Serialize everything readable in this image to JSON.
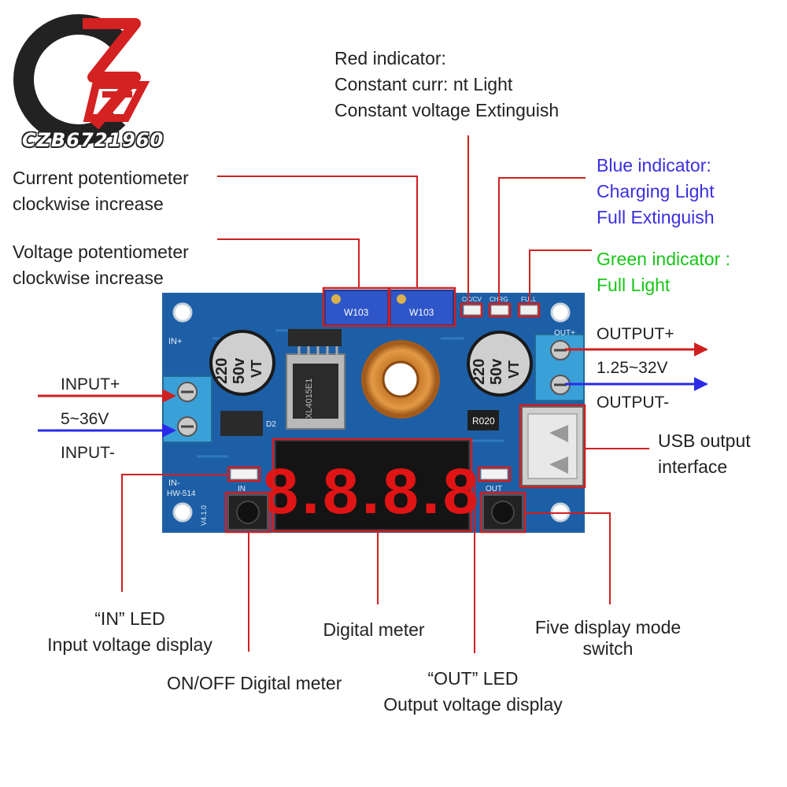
{
  "brand": {
    "logo": "czb-logo",
    "name": "CZB6721960"
  },
  "labels": {
    "red_indicator": [
      "Red indicator:",
      "Constant curr: nt Light",
      "Constant voltage Extinguish"
    ],
    "current_pot": [
      "Current potentiometer",
      "clockwise increase"
    ],
    "voltage_pot": [
      "Voltage potentiometer",
      "clockwise increase"
    ],
    "blue_indicator": [
      "Blue indicator:",
      "Charging Light",
      "Full Extinguish"
    ],
    "green_indicator": [
      "Green indicator :",
      "Full Light"
    ],
    "input_plus": "INPUT+",
    "input_range": "5~36V",
    "input_minus": "INPUT-",
    "output_plus": "OUTPUT+",
    "output_range": "1.25~32V",
    "output_minus": "OUTPUT-",
    "usb": [
      "USB output",
      "interface"
    ],
    "in_led": [
      "“IN” LED",
      "Input voltage display"
    ],
    "digital_meter": "Digital meter",
    "onoff": "ON/OFF Digital meter",
    "out_led": [
      "“OUT” LED",
      "Output voltage display"
    ],
    "mode_switch": [
      "Five display mode",
      "switch"
    ]
  },
  "board": {
    "pot_code": "W103",
    "cap_value": "220",
    "cap_voltage": "50v",
    "cap_series": "VT",
    "resistor": "R020",
    "silk_in_plus": "IN+",
    "silk_in_minus": "IN-",
    "silk_model": "HW-514",
    "silk_version": "V4.1.0",
    "silk_in_led": "IN",
    "silk_out_led": "OUT",
    "silk_out_plus": "OUT+",
    "silk_cc_cv": "CC/CV",
    "silk_chrg": "CHRG",
    "silk_full": "FULL",
    "silk_d2": "D2",
    "chip_text": "XL4015E1"
  },
  "colors": {
    "pcb": "#1d5fa6",
    "callout_red": "#d01f1f",
    "arrow_blue": "#2a2ae8",
    "label_blue": "#3a2fe0",
    "label_green": "#17c517",
    "terminal": "#3aa0d8",
    "display_red": "#e01414"
  }
}
